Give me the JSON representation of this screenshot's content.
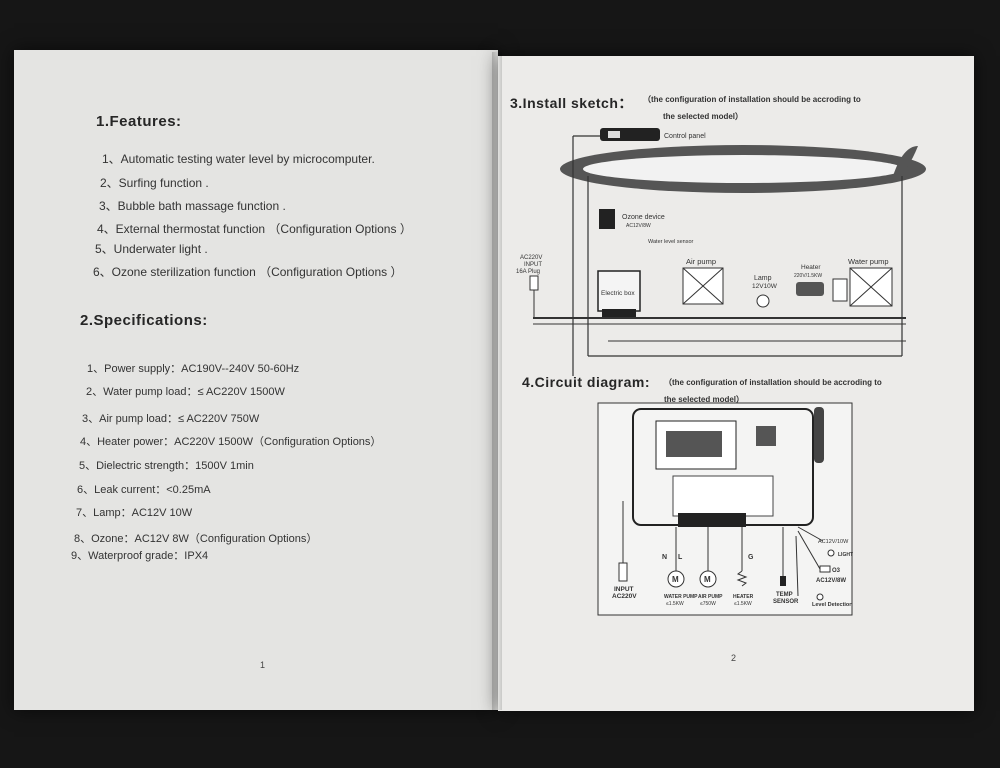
{
  "left": {
    "features_heading": "1.Features:",
    "features": [
      "1、Automatic testing water level by  microcomputer.",
      "2、Surfing function .",
      "3、Bubble bath massage  function .",
      "4、External thermostat function （Configuration Options ）",
      "5、Underwater light .",
      "6、Ozone sterilization function （Configuration Options ）"
    ],
    "specs_heading": "2.Specifications:",
    "specs": [
      "1、Power supply：AC190V--240V  50-60Hz",
      "2、Water pump load：≤ AC220V    1500W",
      "3、Air pump load：≤  AC220V   750W",
      "4、Heater power：AC220V  1500W（Configuration Options）",
      "5、Dielectric strength：1500V  1min",
      "6、Leak current：<0.25mA",
      "7、Lamp：AC12V  10W",
      "8、Ozone：AC12V  8W（Configuration Options）",
      "9、Waterproof grade：IPX4"
    ],
    "page_number": "1"
  },
  "right": {
    "install_heading": "3.Install sketch：",
    "install_note_1": "（the configuration of installation should be accroding to",
    "install_note_2": "the selected model）",
    "sketch": {
      "control_panel": "Control panel",
      "ozone_device": "Ozone device",
      "ozone_spec": "AC12V/8W",
      "water_level_sensor": "Water level sensor",
      "input_1": "AC220V",
      "input_2": "INPUT",
      "input_3": "16A  Plug",
      "electric_box": "Electric box",
      "air_pump": "Air pump",
      "lamp": "Lamp",
      "lamp_spec": "12V10W",
      "heater": "Heater",
      "heater_spec": "220V/1.5KW",
      "water_pump": "Water pump"
    },
    "circuit_heading": "4.Circuit diagram:",
    "circuit_note_1": "（the configuration of installation should be accroding to",
    "circuit_note_2": "the selected model）",
    "circuit": {
      "input_1": "INPUT",
      "input_2": "AC220V",
      "motor_1": "M",
      "motor_2": "M",
      "water_pump": "WATER PUMP",
      "water_pump_spec": "≤1.5KW",
      "air_pump": "AIR PUMP",
      "air_pump_spec": "≤750W",
      "heater": "HEATER",
      "heater_spec": "≤1.5KW",
      "temp_1": "TEMP",
      "temp_2": "SENSOR",
      "light_spec": "AC12V/10W",
      "light": "LIGHT",
      "ozone": "O3",
      "ozone_spec": "AC12V/8W",
      "level": "Level Detection",
      "lbl_N": "N",
      "lbl_L": "L",
      "lbl_G": "G"
    },
    "page_number": "2"
  }
}
